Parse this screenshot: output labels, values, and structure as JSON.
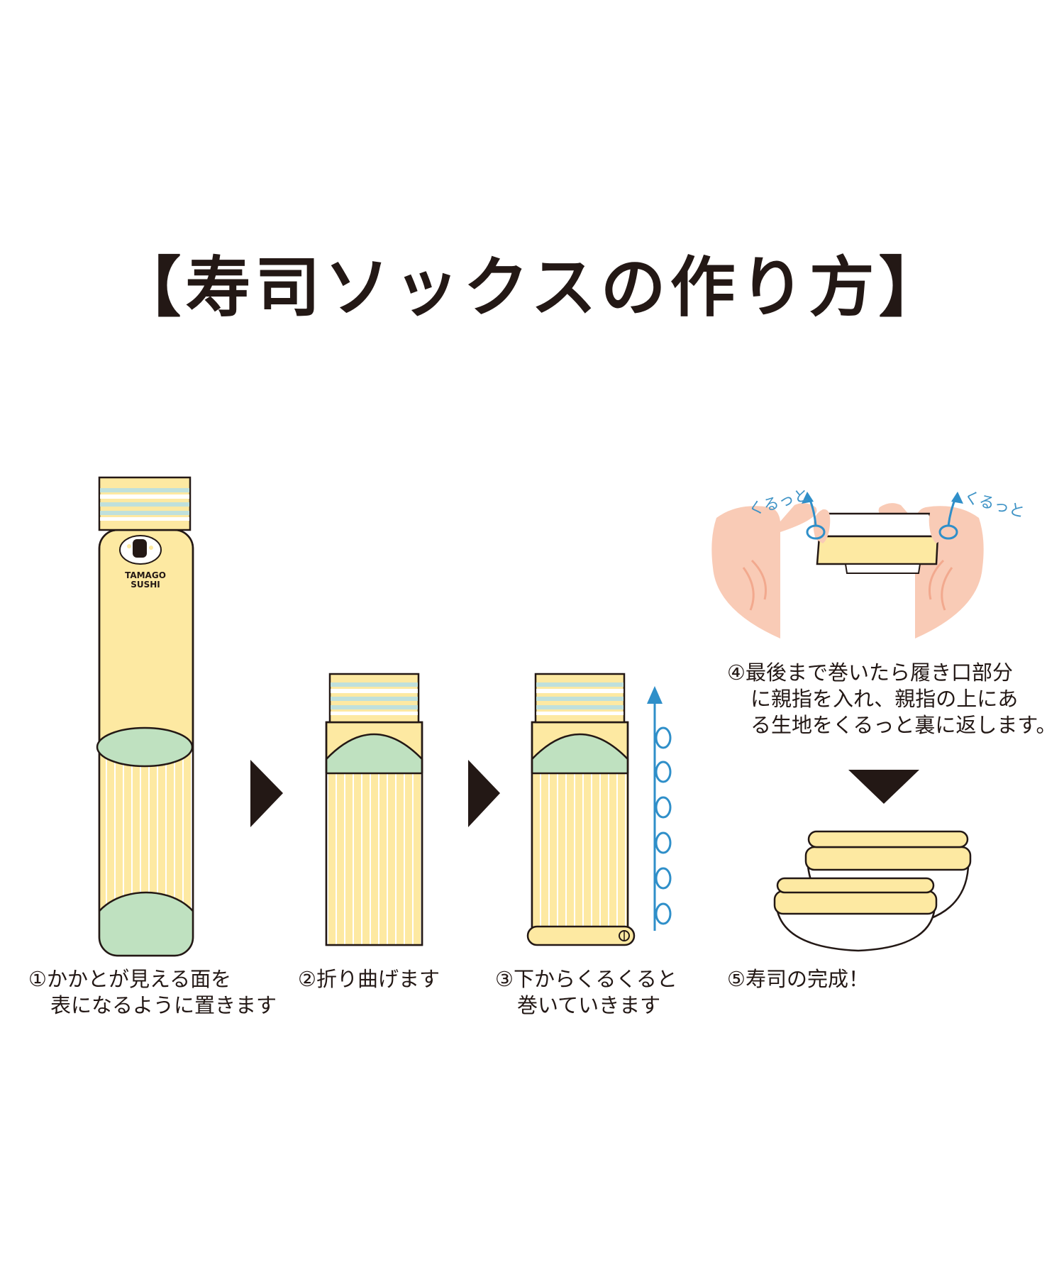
{
  "title": "【寿司ソックスの作り方】",
  "sock_logo": {
    "line1": "TAMAGO",
    "line2": "SUSHI"
  },
  "roll_label": "くるっと",
  "steps": [
    {
      "id": 1,
      "lines": [
        "①かかとが見える面を",
        "表になるように置きます"
      ]
    },
    {
      "id": 2,
      "lines": [
        "②折り曲げます"
      ]
    },
    {
      "id": 3,
      "lines": [
        "③下からくるくると",
        "巻いていきます"
      ]
    },
    {
      "id": 4,
      "lines": [
        "④最後まで巻いたら履き口部分",
        "に親指を入れ、親指の上にあ",
        "る生地をくるっと裏に返します。"
      ]
    },
    {
      "id": 5,
      "lines": [
        "⑤寿司の完成！"
      ]
    }
  ],
  "colors": {
    "sock": "#fde9a2",
    "heel": "#bfe1c0",
    "stripe_blue": "#bfe0dc",
    "stripe_white": "#ffffff",
    "rib": "#ffffff",
    "hand": "#f9cbb6",
    "hand_line": "#f2a98e",
    "arrow": "#2f8fc9",
    "outline": "#231815",
    "label": "#3e93c6"
  }
}
